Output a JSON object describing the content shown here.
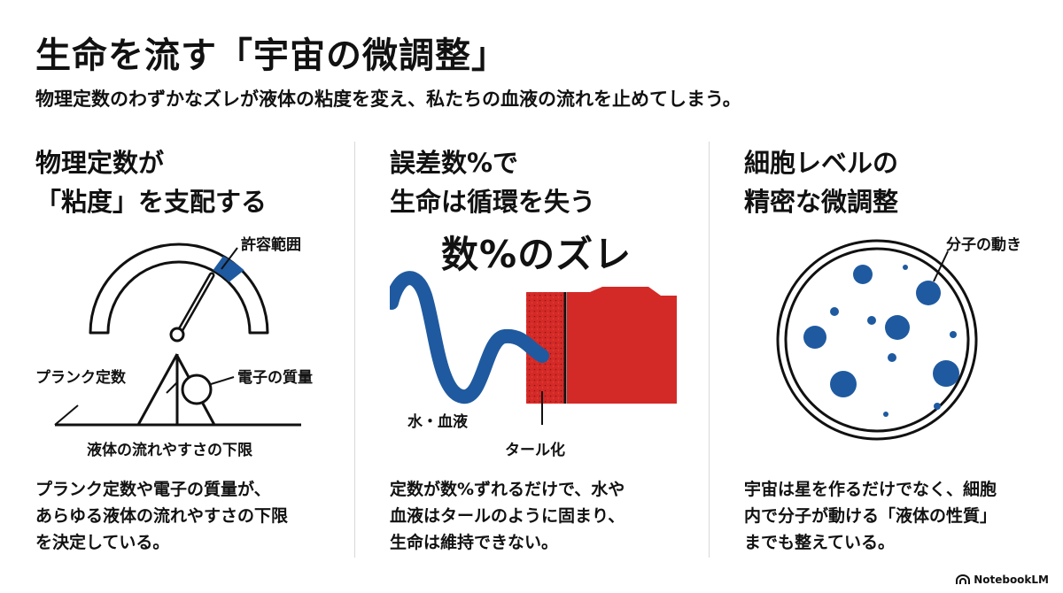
{
  "header": {
    "title": "生命を流す「宇宙の微調整」",
    "subtitle": "物理定数のわずかなズレが液体の粘度を変え、私たちの血液の流れを止めてしまう。"
  },
  "panels": [
    {
      "heading": [
        "物理定数が",
        "「粘度」を支配する"
      ],
      "labels": {
        "tolerance": "許容範囲",
        "planck": "プランク定数",
        "electron": "電子の質量",
        "limit": "液体の流れやすさの下限"
      },
      "description": [
        "プランク定数や電子の質量が、",
        "あらゆる液体の流れやすさの下限",
        "を決定している。"
      ]
    },
    {
      "heading": [
        "誤差数%で",
        "生命は循環を失う"
      ],
      "labels": {
        "deviation": "数%のズレ",
        "water": "水・血液",
        "tar": "タール化"
      },
      "description": [
        "定数が数%ずれるだけで、水や",
        "血液はタールのように固まり、",
        "生命は維持できない。"
      ]
    },
    {
      "heading": [
        "細胞レベルの",
        "精密な微調整"
      ],
      "labels": {
        "molecules": "分子の動き"
      },
      "description": [
        "宇宙は星を作るだけでなく、細胞",
        "内で分子が動ける「液体の性質」",
        "までも整えている。"
      ]
    }
  ],
  "logo": {
    "text": "NotebookLM",
    "icon": "notebooklm-icon"
  },
  "colors": {
    "blue": "#1f5aa0",
    "red": "#d42a27",
    "ink": "#111111",
    "divider": "#d8d8d8"
  }
}
